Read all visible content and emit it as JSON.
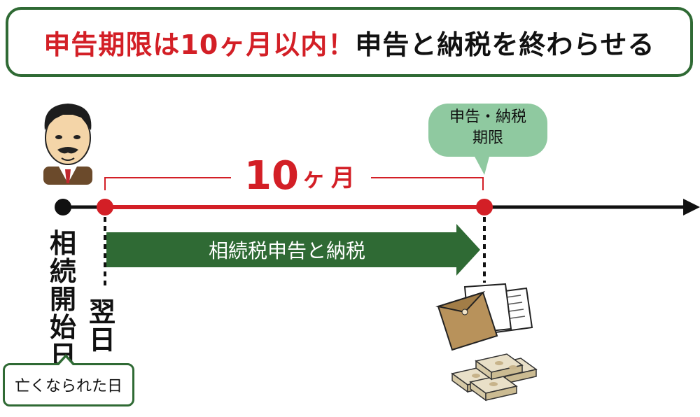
{
  "title": {
    "red": "申告期限は10ヶ月以内！",
    "black": "申告と納税を終わらせる"
  },
  "period": {
    "number": "10",
    "ka": "ヶ",
    "month": "月"
  },
  "arrow_label": "相続税申告と納税",
  "deadline_bubble": {
    "line1": "申告・納税",
    "line2": "期限"
  },
  "start_label": [
    "相",
    "続",
    "開",
    "始",
    "日"
  ],
  "next_day_label": [
    "翌",
    "日"
  ],
  "callout_text": "亡くなられた日",
  "colors": {
    "accent_red": "#d31f26",
    "green": "#2f6a34",
    "bubble_green": "#8fc9a0"
  },
  "icons": [
    "person-icon",
    "documents-icon",
    "money-icon"
  ]
}
